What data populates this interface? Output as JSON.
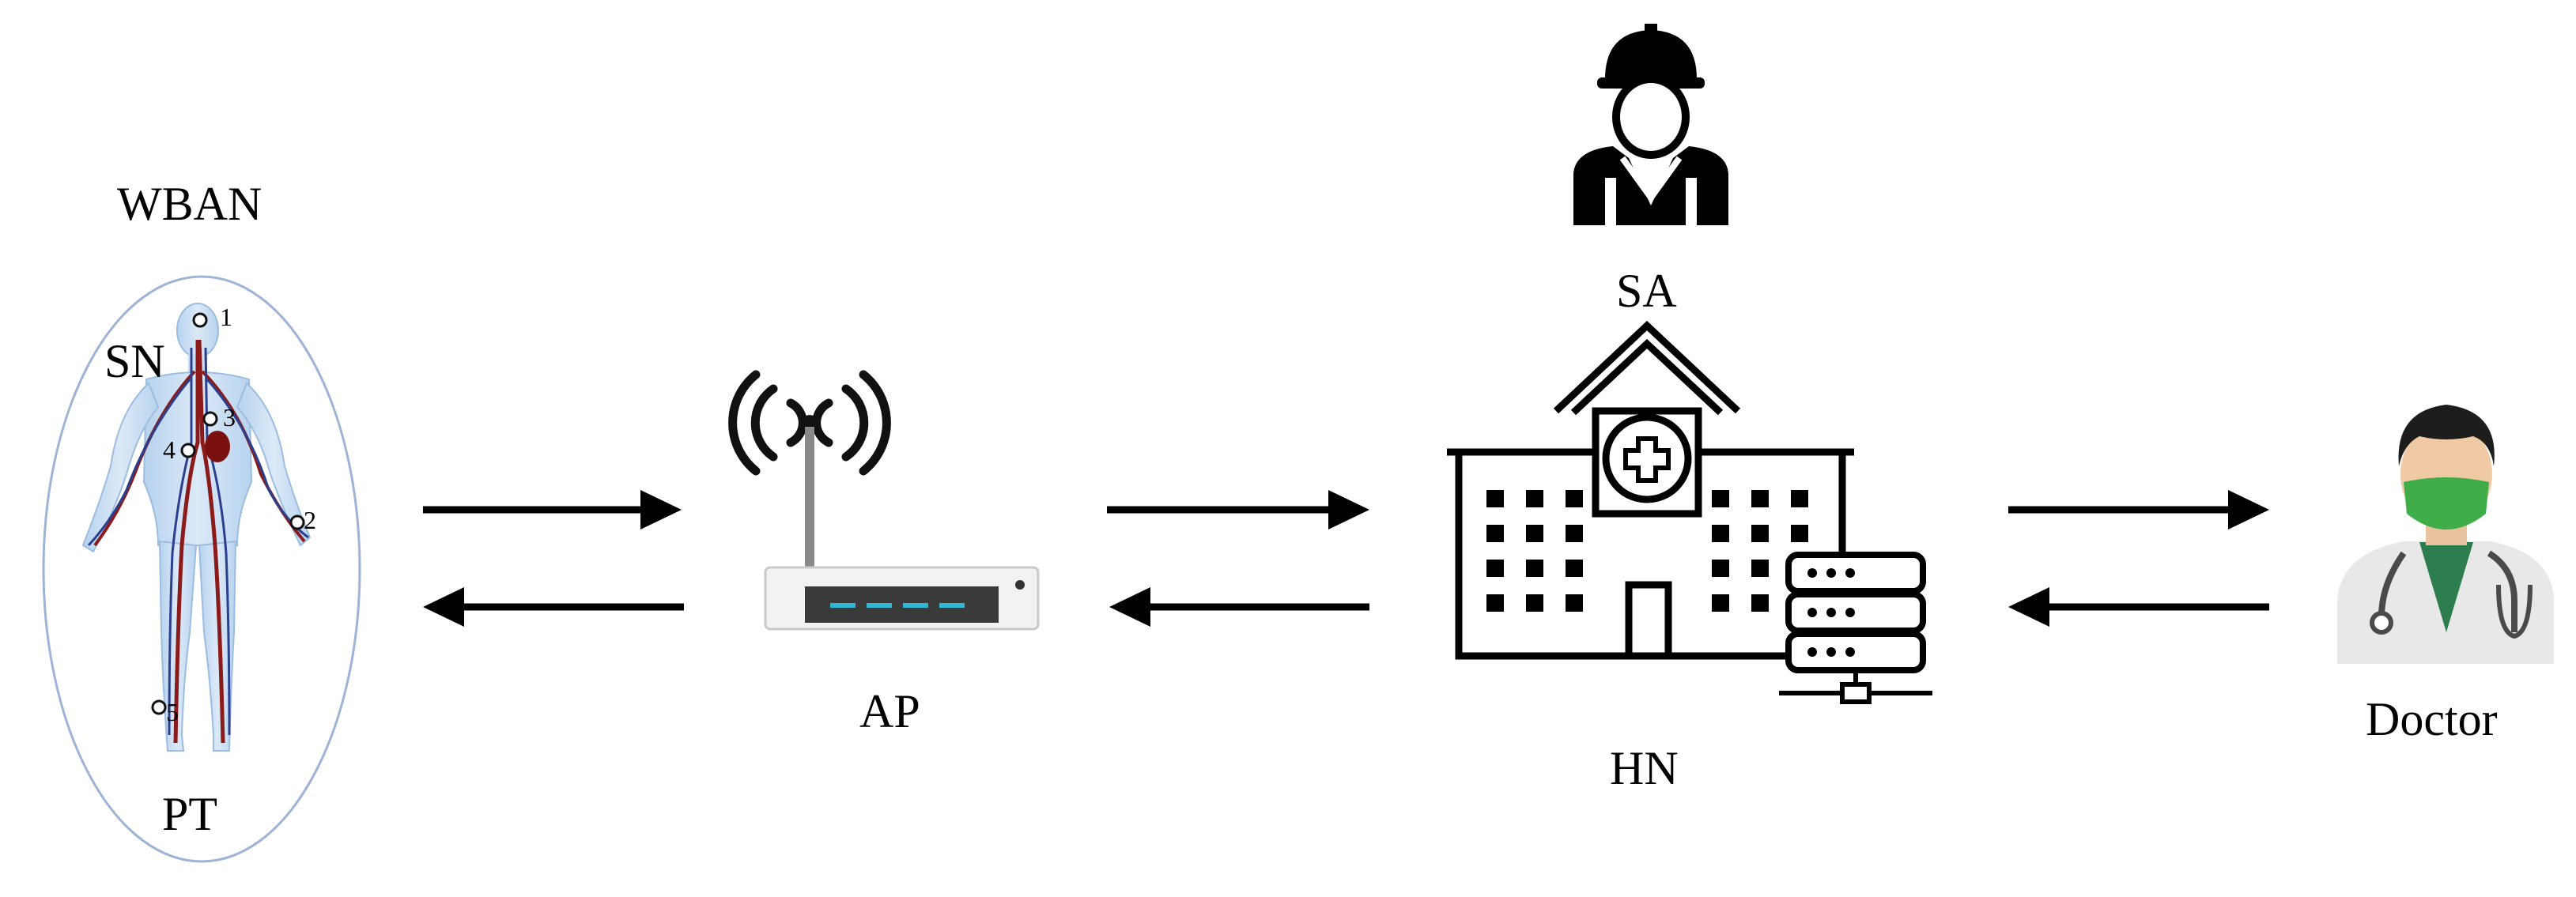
{
  "labels": {
    "wban": "WBAN",
    "sn": "SN",
    "pt": "PT",
    "ap": "AP",
    "sa": "SA",
    "hn": "HN",
    "doctor": "Doctor"
  },
  "sensor_nodes": [
    "1",
    "2",
    "3",
    "4",
    "5"
  ],
  "colors": {
    "ellipse_stroke": "#9fb3d6",
    "body_fill": "#c9def2",
    "vein_red": "#8b1a1a",
    "vein_blue": "#2b3f8f",
    "router_body": "#f2f2f2",
    "router_panel": "#3a3a3a",
    "router_leds": "#2fb7d4",
    "mask": "#3fae49",
    "scrubs": "#2e7d4f",
    "coat": "#e8e8e8"
  }
}
